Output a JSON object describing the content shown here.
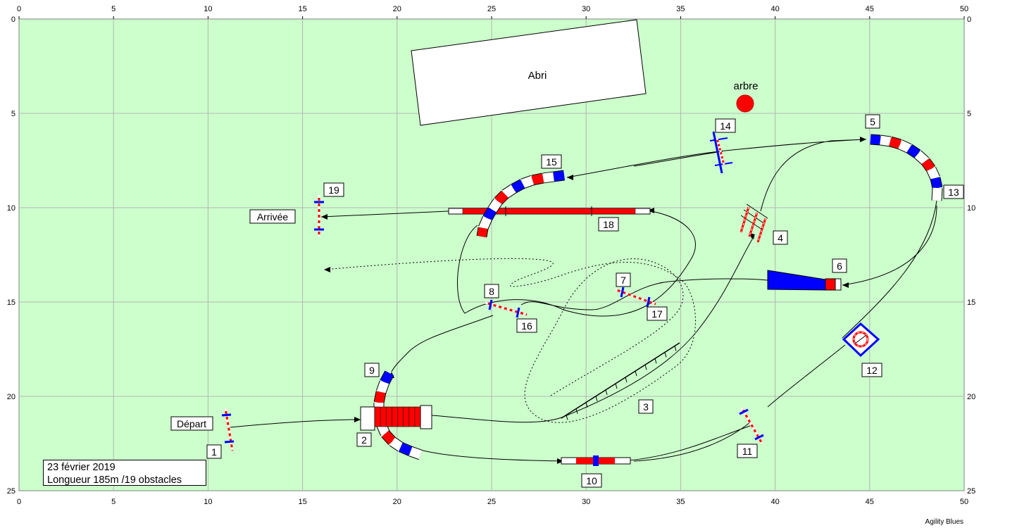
{
  "x_ticks": [
    "0",
    "5",
    "10",
    "15",
    "20",
    "25",
    "30",
    "35",
    "40",
    "45",
    "50"
  ],
  "y_ticks": [
    "0",
    "5",
    "10",
    "15",
    "20",
    "25"
  ],
  "zones": {
    "shelter": "Abri",
    "tree": "arbre"
  },
  "labels": {
    "start": "Départ",
    "finish": "Arrivée"
  },
  "obstacles": {
    "n1": "1",
    "n2": "2",
    "n3": "3",
    "n4": "4",
    "n5": "5",
    "n6": "6",
    "n7": "7",
    "n8": "8",
    "n9": "9",
    "n10": "10",
    "n11": "11",
    "n12": "12",
    "n13": "13",
    "n14": "14",
    "n15": "15",
    "n16": "16",
    "n17": "17",
    "n18": "18",
    "n19": "19"
  },
  "info": {
    "date": "23 février 2019",
    "length": "Longueur 185m /19 obstacles"
  },
  "footer": "Agility Blues",
  "colors": {
    "field": "#ccffcc",
    "grid": "#b4b4b4",
    "red": "#ff0000",
    "blue": "#0000ff"
  }
}
